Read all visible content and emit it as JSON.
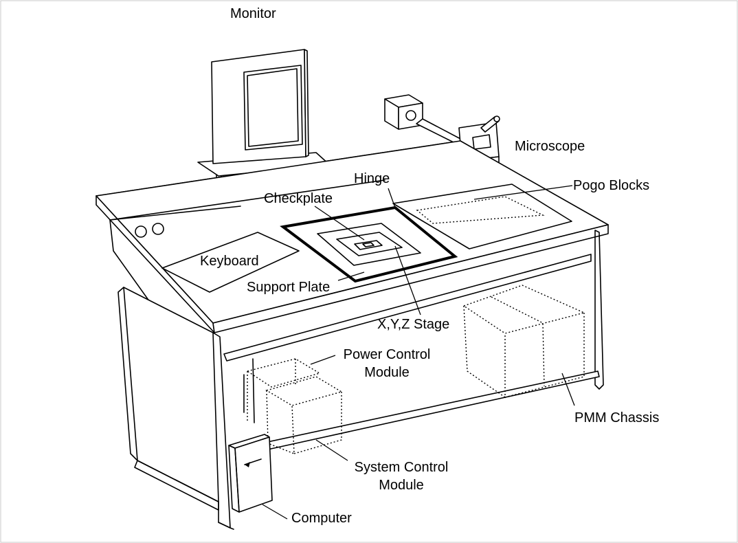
{
  "colors": {
    "background": "#ffffff",
    "line": "#000000"
  },
  "labels": {
    "monitor": "Monitor",
    "microscope": "Microscope",
    "hinge": "Hinge",
    "pogo_blocks": "Pogo Blocks",
    "checkplate": "Checkplate",
    "keyboard": "Keyboard",
    "support_plate": "Support Plate",
    "xyz_stage": "X,Y,Z Stage",
    "power_control_module": [
      "Power Control",
      "Module"
    ],
    "pmm_chassis": "PMM Chassis",
    "system_control_module": [
      "System Control",
      "Module"
    ],
    "computer": "Computer"
  }
}
